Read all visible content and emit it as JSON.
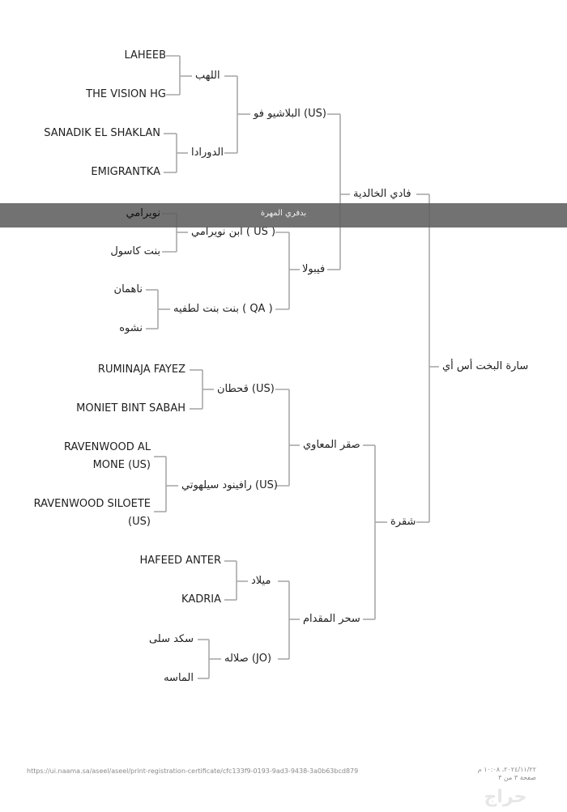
{
  "pedigree": {
    "root": "سارة البخت أس أي",
    "sire": "فادي الخالدية",
    "dam": "شقرة",
    "sire_sire": "البلاشيو فو (US)",
    "sire_dam": "فيبولا",
    "dam_sire": "صقر المعاوي",
    "dam_dam": "سحر المقدام",
    "g3": {
      "a": "اللهب",
      "b": "الدورادا",
      "c": "ابن نويرامي ( US )",
      "d": "بنت بنت لطفيه ( QA )",
      "e": "قحطان (US)",
      "f": "رافينود سيلهوتي (US)",
      "g": "ميلاد",
      "h": "صلاله (JO)"
    },
    "g4": {
      "a1": "LAHEEB",
      "a2": "THE VISION HG",
      "b1": "SANADIK EL SHAKLAN",
      "b2": "EMIGRANTKA",
      "c1": "نويرامي",
      "c2": "بنت كاسول",
      "d1": "ناهمان",
      "d2": "نشوه",
      "e1": "RUMINAJA FAYEZ",
      "e2": "MONIET BINT SABAH",
      "f1_line1": "RAVENWOOD AL",
      "f1_line2": "MONE (US)",
      "f2_line1": "RAVENWOOD SILOETE",
      "f2_line2": "(US)",
      "g1": "HAFEED ANTER",
      "g2": "KADRIA",
      "h1": "سكد سلى",
      "h2": "الماسه"
    }
  },
  "banner": {
    "text": "بدفري المهرة"
  },
  "footer": {
    "url": "https://ui.naama.sa/aseel/aseel/print-registration-certificate/cfc133f9-0193-9ad3-9438-3a0b63bcd879",
    "date": "٢٠٢٤/١١/٢٢، ١٠:٠٨ م",
    "page": "صفحة ٣ من ٣"
  },
  "watermark": {
    "text": "حراج"
  }
}
